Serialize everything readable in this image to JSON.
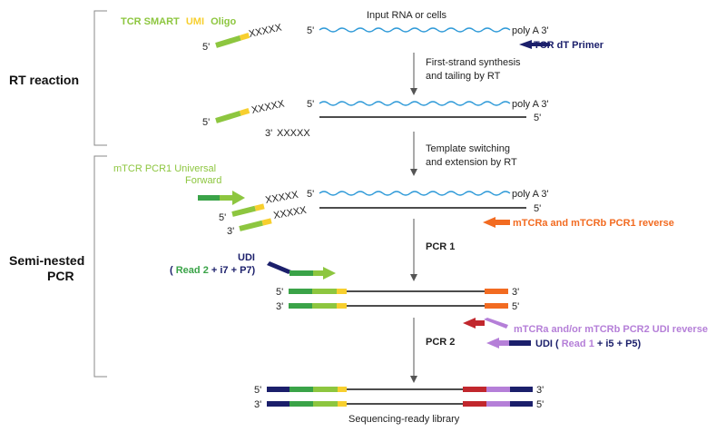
{
  "sections": {
    "rt": "RT reaction",
    "semi_line1": "Semi-nested",
    "semi_line2": "PCR"
  },
  "oligo": {
    "part1": "TCR SMART",
    "part2": "UMI",
    "part3": "Oligo"
  },
  "input_label": "Input RNA or cells",
  "poly_a": "poly A 3'",
  "five_prime": "5'",
  "three_prime": "3'",
  "xxxxx": "XXXXX",
  "primer_dt": "TCR dT Primer",
  "step1_line1": "First-strand synthesis",
  "step1_line2": "and tailing by RT",
  "step2_line1": "Template switching",
  "step2_line2": "and extension by RT",
  "fwd_line1": "mTCR PCR1 Universal",
  "fwd_line2": "Forward",
  "pcr1_reverse": "mTCRa and mTCRb PCR1 reverse",
  "pcr1_label": "PCR 1",
  "udi_label": "UDI",
  "udi_fwd": {
    "open": "(",
    "read": "Read 2",
    "rest": " + i7 + P7)"
  },
  "pcr2_reverse": "mTCRa and/or mTCRb PCR2 UDI reverse",
  "pcr2_label": "PCR 2",
  "udi_rev": {
    "udi": "UDI (",
    "read": "Read 1",
    "rest": " + i5 + P5)"
  },
  "final_label": "Sequencing-ready library",
  "colors": {
    "lime": "#8dc63f",
    "yellow": "#f7cf2e",
    "green": "#3aa348",
    "navy": "#1b1f6b",
    "orange": "#f26b21",
    "red": "#c1272d",
    "lilac": "#b57fd8",
    "wave": "#2f9ad8",
    "gray": "#555555"
  }
}
